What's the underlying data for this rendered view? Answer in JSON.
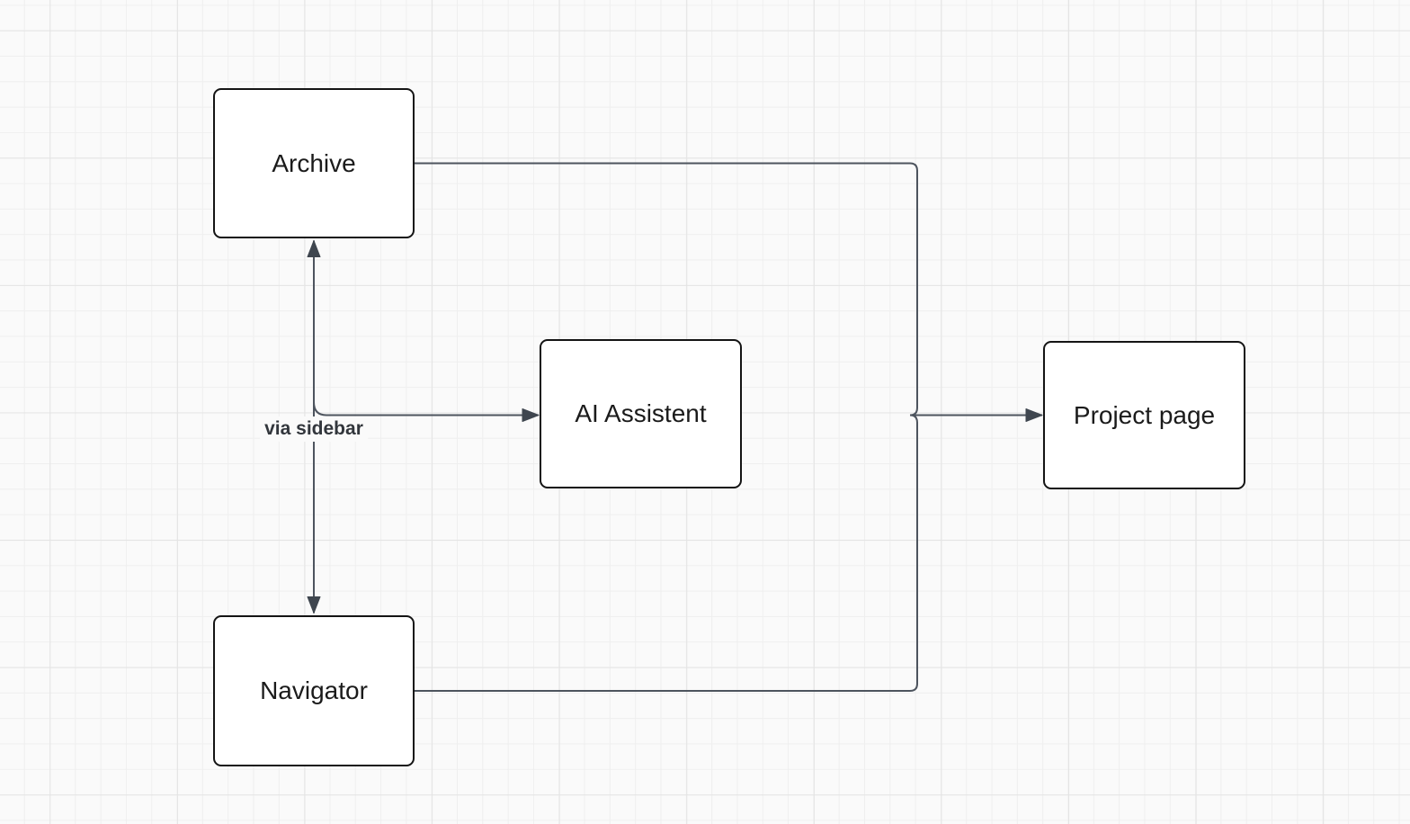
{
  "canvas": {
    "background": "#fafafa",
    "grid_minor_color": "#efefef",
    "grid_major_color": "#e4e4e4"
  },
  "diagram": {
    "nodes": [
      {
        "label": "Archive"
      },
      {
        "label": "Navigator"
      },
      {
        "label": "AI Assistent"
      },
      {
        "label": "Project page"
      }
    ],
    "edge_label": "via sidebar",
    "edges": [
      {
        "from": "Archive",
        "to": "Navigator",
        "style": "double-headed-arrow",
        "label": "via sidebar"
      },
      {
        "from": "Archive-Navigator connector",
        "to": "AI Assistent",
        "style": "arrow"
      },
      {
        "from": "Archive",
        "to": "Project page",
        "style": "arrow-merged"
      },
      {
        "from": "Navigator",
        "to": "Project page",
        "style": "arrow-merged"
      }
    ],
    "colors": {
      "node_fill": "#ffffff",
      "node_border": "#141414",
      "edge": "#4d545e",
      "arrowhead": "#3f464f",
      "node_text": "#1b1b1b",
      "edge_label_text": "#32363c"
    }
  }
}
